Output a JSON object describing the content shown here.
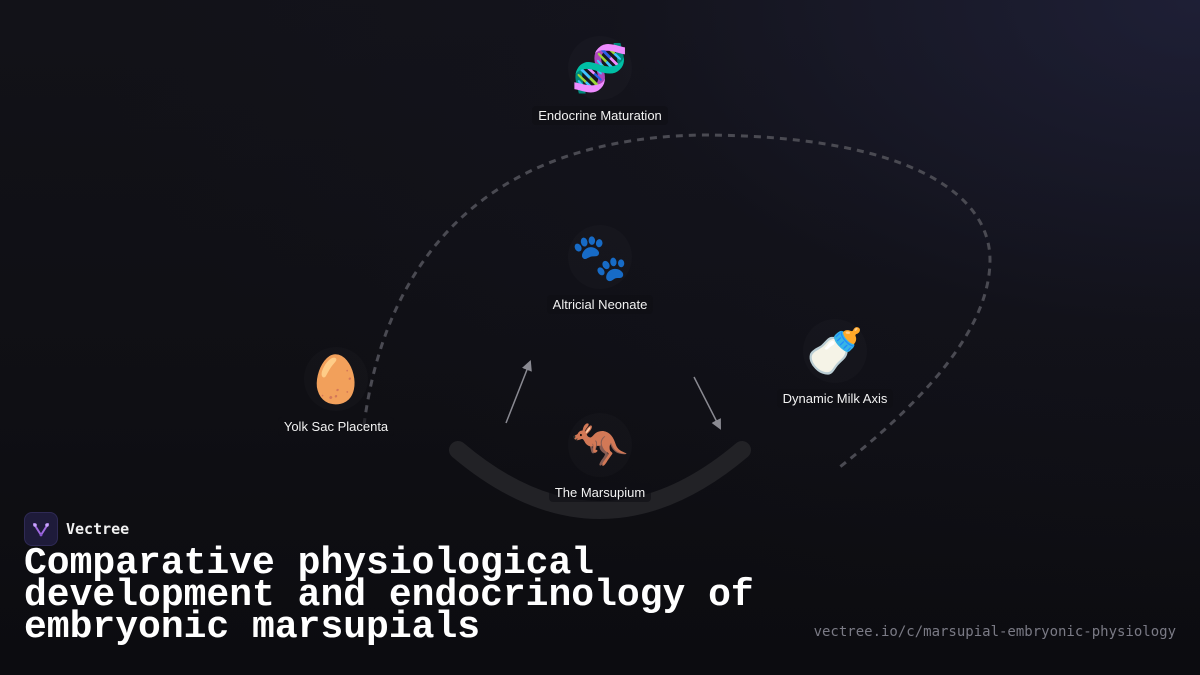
{
  "diagram": {
    "nodes": [
      {
        "id": "endocrine",
        "icon": "dna-icon",
        "glyph": "🧬",
        "label": "Endocrine Maturation"
      },
      {
        "id": "neonate",
        "icon": "paw-prints-icon",
        "glyph": "🐾",
        "label": "Altricial Neonate"
      },
      {
        "id": "yolk",
        "icon": "egg-icon",
        "glyph": "🥚",
        "label": "Yolk Sac Placenta"
      },
      {
        "id": "milk",
        "icon": "baby-bottle-icon",
        "glyph": "🍼",
        "label": "Dynamic Milk Axis"
      },
      {
        "id": "marsupium",
        "icon": "kangaroo-icon",
        "glyph": "🦘",
        "label": "The Marsupium"
      }
    ]
  },
  "brand": {
    "name": "Vectree",
    "logo_icon": "vectree-logo-icon"
  },
  "title": "Comparative physiological development and endocrinology of embryonic marsupials",
  "url": "vectree.io/c/marsupial-embryonic-physiology"
}
